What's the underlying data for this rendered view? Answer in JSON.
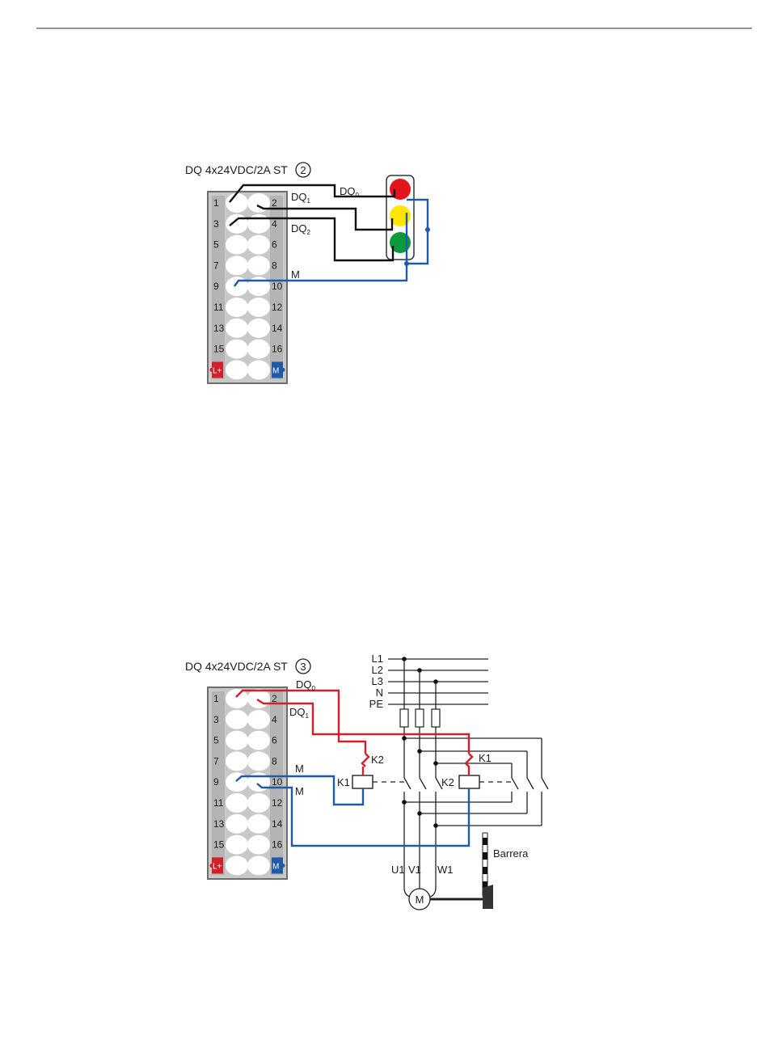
{
  "diagram1": {
    "title": "DQ 4x24VDC/2A ST",
    "badge": "2",
    "labels": {
      "dq0": "DQ",
      "dq0_sub": "0",
      "dq1": "DQ",
      "dq1_sub": "1",
      "dq2": "DQ",
      "dq2_sub": "2",
      "m": "M"
    }
  },
  "diagram2": {
    "title": "DQ 4x24VDC/2A ST",
    "badge": "3",
    "labels": {
      "dq0": "DQ",
      "dq0_sub": "0",
      "dq1": "DQ",
      "dq1_sub": "1",
      "m_a": "M",
      "m_b": "M",
      "k1_coil": "K1",
      "k2_coil": "K2",
      "k2_contact": "K2",
      "k1_contact": "K1",
      "motor": "M",
      "u1": "U1",
      "v1": "V1",
      "w1": "W1",
      "barrier": "Barrera"
    },
    "bus_lines": [
      "L1",
      "L2",
      "L3",
      "N",
      "PE"
    ]
  },
  "module": {
    "left_terminals": [
      "1",
      "3",
      "5",
      "7",
      "9",
      "11",
      "13",
      "15"
    ],
    "right_terminals": [
      "2",
      "4",
      "6",
      "8",
      "10",
      "12",
      "14",
      "16"
    ],
    "supply_plus": "L+",
    "supply_minus": "M"
  },
  "colors": {
    "red_lamp": "#e3141d",
    "yellow_lamp": "#ffe500",
    "green_lamp": "#0a9a3c",
    "wire_blue": "#1f5aa6",
    "wire_red": "#d0202a",
    "module_gray": "#c8c8c8"
  }
}
